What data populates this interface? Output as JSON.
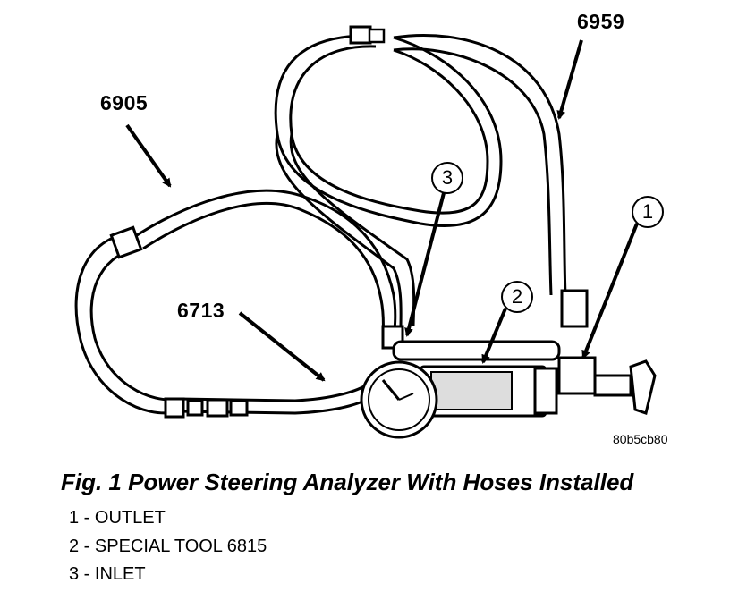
{
  "labels": {
    "hose_6905": "6905",
    "hose_6959": "6959",
    "hose_6713": "6713"
  },
  "callouts": [
    "1",
    "2",
    "3"
  ],
  "image_code": "80b5cb80",
  "caption": "Fig. 1 Power Steering Analyzer With Hoses Installed",
  "legend": [
    "1 - OUTLET",
    "2 - SPECIAL TOOL 6815",
    "3 - INLET"
  ]
}
